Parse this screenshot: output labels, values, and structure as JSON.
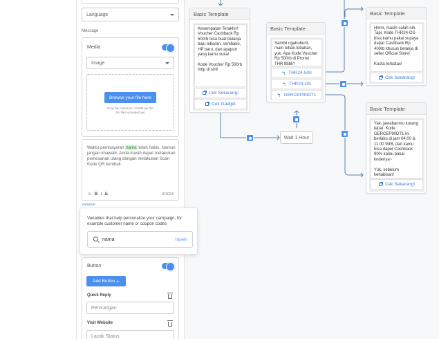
{
  "panel": {
    "language_placeholder": "Language",
    "message_label": "Message",
    "media": {
      "label": "Media",
      "type_value": "Image",
      "browse_button": "Browse your file here",
      "hint_line1": "Drop file maximum 10 MB per file",
      "hint_line2": "No files uploaded yet"
    },
    "message": {
      "text_before": "Waktu pembayaran ",
      "highlight": "nama",
      "text_after": " telah habis. Namun jangan khawatir, Anda masih dapat melakukan pemesanan ulang dengan melakukan Scan Kode QR kembali.",
      "counter": "0/1024",
      "format_icons": [
        "☺",
        "B",
        "I",
        "S"
      ]
    },
    "variable": {
      "label": "Variable",
      "description": "Variables that help personalize your campaign, for example customer name or coupon codes",
      "search_value": "nama",
      "insert_label": "Insert"
    },
    "button_section": {
      "label": "Button",
      "add_button": "Add Button",
      "quick_reply_label": "Quick Reply",
      "quick_reply_value": "Perorangan",
      "visit_website_label": "Visit Website",
      "visit_website_value": "Lacak Status"
    }
  },
  "canvas": {
    "cards": {
      "c1": {
        "title": "Basic Template",
        "message": "Kesempatan Terakhir! Voucher Cashback Rp 500rb bisa buat belanja baju lebaran, sembako, HP baru, dan apapun yang kamu suka!\n\nKode Voucher Rp 500rb intip di sini!",
        "actions": [
          "Cek Sekarang!",
          "Cek Gadget"
        ]
      },
      "c2": {
        "title": "Basic Template",
        "message": "Sambil ngabuburit, main tebak-tebakan, yuk. Apa Kode Voucher Rp 500rb di Promo THR Blibli?",
        "actions": [
          "THR24-500",
          "THR24-OS",
          "GERCEP90DT1"
        ]
      },
      "c3": {
        "title": "Basic Template",
        "message": "Hmm, masih salah nih. Tapi, Kode THR24-OS bisa kamu pakai supaya dapat Cashback Rp 400rb khusus belanja di seller Official Store!\n\nKuota terbatas!",
        "actions": [
          "Cek Sekarang!"
        ]
      },
      "c4": {
        "title": "Basic Template",
        "message": "Yak, jawabanmu kurang tepat. Kode GERCEP90DT1 ini berlaku di jam 04.00 & 11.00 WIB, dan kamu bisa dapet Cashback 90% kalau pakai kodenya~\n\nYuk, sebelum kehabisan!",
        "actions": [
          "Cek Sekarang!"
        ]
      }
    },
    "wait_node": "Wait 1 Hour"
  },
  "colors": {
    "accent": "#4b8ff0",
    "link": "#3e7fd6",
    "edge": "#5a7fb0",
    "highlight": "#d6f3d6"
  }
}
